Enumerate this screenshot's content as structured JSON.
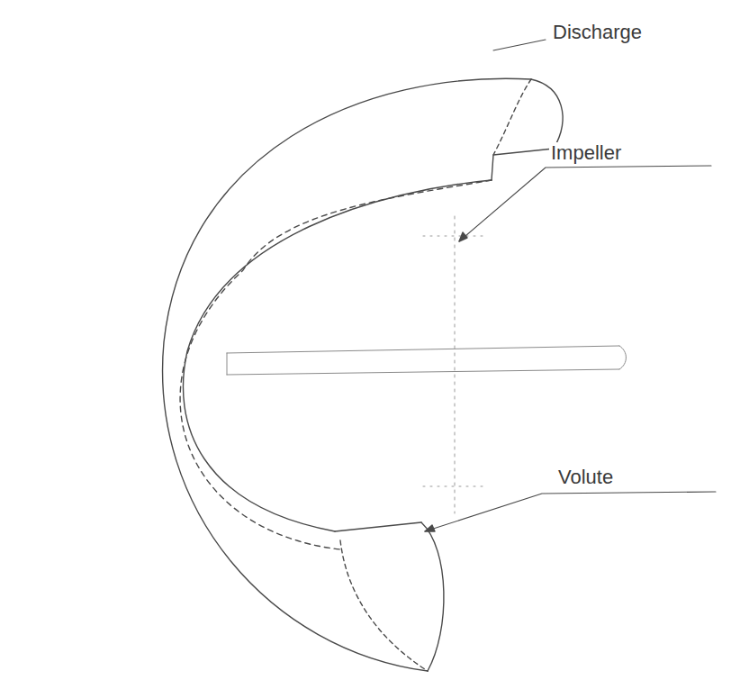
{
  "diagram": {
    "labels": [
      "Discharge",
      "Impeller",
      "Volute"
    ]
  }
}
